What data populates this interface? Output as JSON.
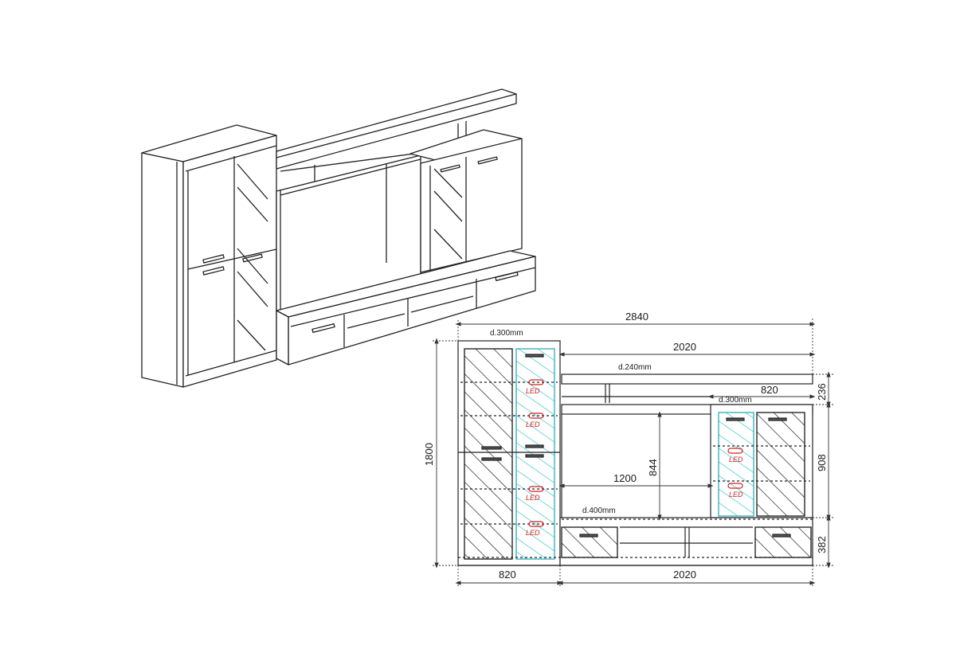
{
  "colors": {
    "line": "#222222",
    "glass_hatch": "#37c6d0",
    "led": "#d42020",
    "dim_line": "#333333"
  },
  "dimensions": {
    "total_width": "2840",
    "top_right_width": "2020",
    "bottom_left_width": "820",
    "bottom_right_width": "2020",
    "total_height": "1800",
    "opening_width": "1200",
    "opening_height": "844",
    "top_shelf_height": "236",
    "top_shelf_small_width": "820",
    "right_cabinet_height": "908",
    "base_height": "382"
  },
  "depth_labels": {
    "tall_cabinet": "d.300mm",
    "top_shelf": "d.240mm",
    "right_cabinet": "d.300mm",
    "base": "d.400mm"
  },
  "led_label": "LED"
}
